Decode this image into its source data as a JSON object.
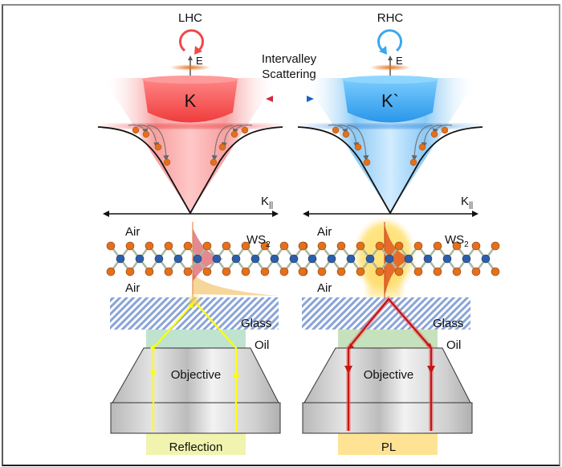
{
  "left_panel": {
    "polarization": "LHC",
    "valley": "K",
    "energy_axis": "E",
    "momentum_axis": "K",
    "momentum_axis_sub": "||",
    "polarization_color": "#f04848",
    "valley_color": "#f45a5a",
    "medium_top": "Air",
    "material": "WS",
    "material_sub": "2",
    "medium_bottom": "Air",
    "substrate": "Glass",
    "immersion": "Oil",
    "lens": "Objective",
    "signal": "Reflection",
    "beam_color": "#ffff00",
    "signal_bg": "#eef2a0"
  },
  "right_panel": {
    "polarization": "RHC",
    "valley": "K`",
    "energy_axis": "E",
    "momentum_axis": "K",
    "momentum_axis_sub": "||",
    "polarization_color": "#3aa8ee",
    "valley_color": "#3aa6f2",
    "medium_top": "Air",
    "material": "WS",
    "material_sub": "2",
    "medium_bottom": "Air",
    "substrate": "Glass",
    "immersion": "Oil",
    "lens": "Objective",
    "signal": "PL",
    "beam_color": "#cc1a1a",
    "signal_bg": "#ffe08a"
  },
  "center": {
    "process_line1": "Intervalley",
    "process_line2": "Scattering"
  },
  "colors": {
    "electron": "#e2701c",
    "tungsten": "#2e5ea8",
    "hatch": "#8aa4d8",
    "oil": "#bfe3cf"
  }
}
